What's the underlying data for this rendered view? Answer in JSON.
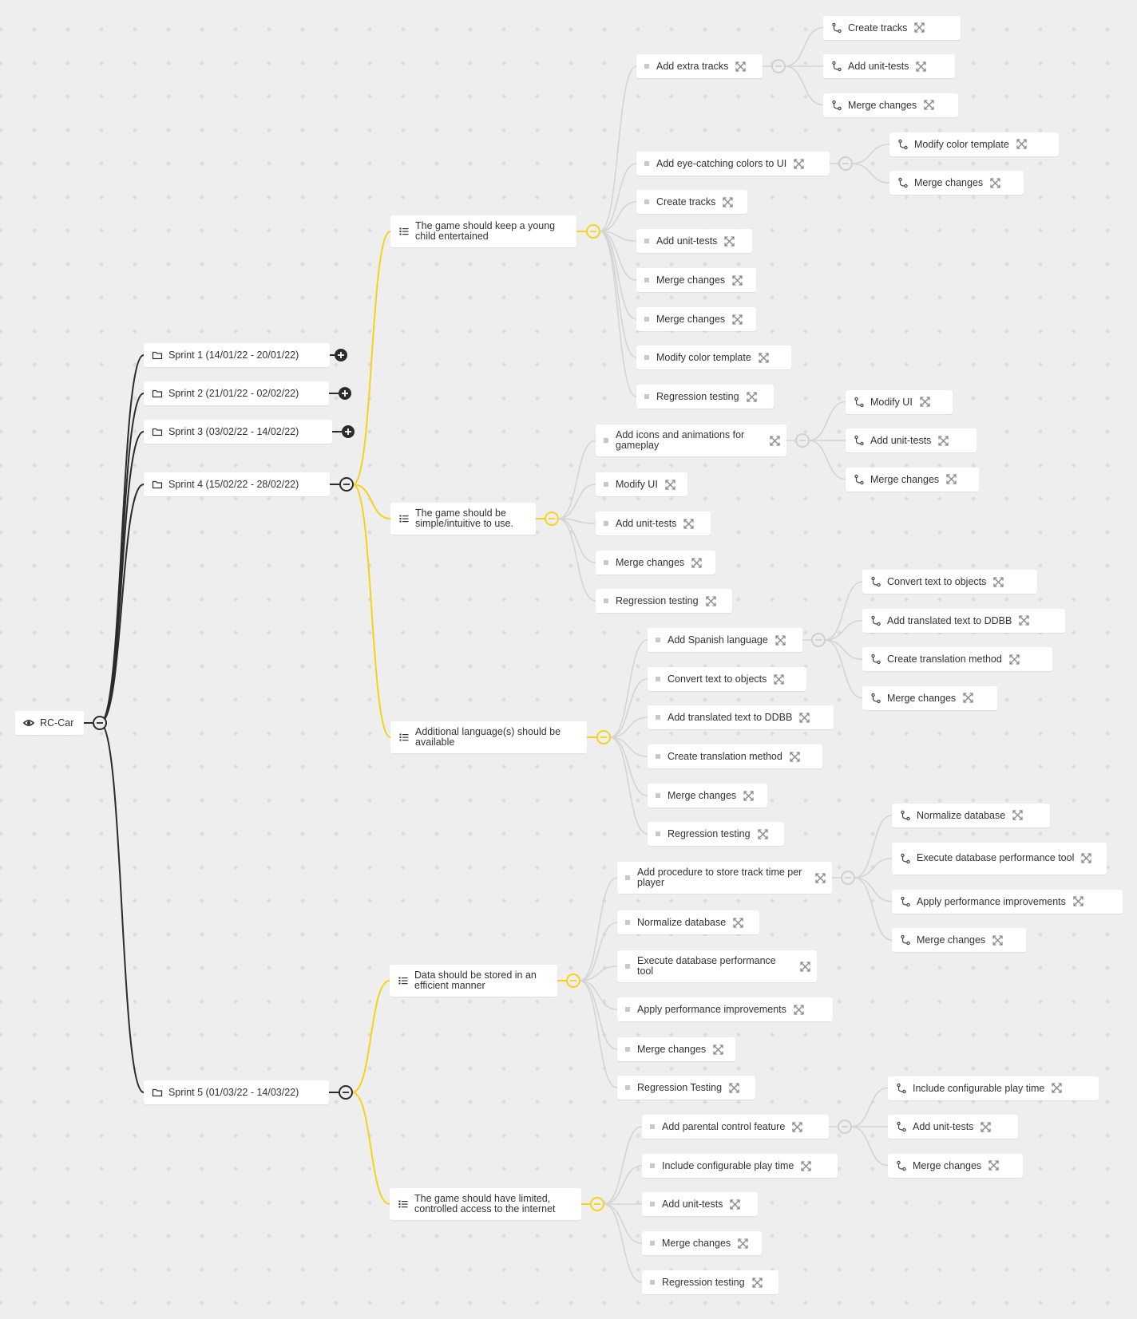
{
  "colors": {
    "background": "#eeeeee",
    "root_edge": "#2b2b2b",
    "story_edge": "#f5d21c",
    "task_edge": "#d4d4d4"
  },
  "icons": {
    "root": "eye-icon",
    "sprint": "folder-icon",
    "story": "list-icon",
    "subtask": "subtask-branch-icon",
    "task": "task-square-icon",
    "expand": "expand-arrows-icon"
  },
  "root": {
    "label": "RC-Car",
    "sprints": [
      {
        "label": "Sprint 1 (14/01/22 - 20/01/22)",
        "state": "collapsed"
      },
      {
        "label": "Sprint 2 (21/01/22 - 02/02/22)",
        "state": "collapsed"
      },
      {
        "label": "Sprint 3 (03/02/22 - 14/02/22)",
        "state": "collapsed"
      },
      {
        "label": "Sprint 4 (15/02/22 - 28/02/22)",
        "state": "expanded",
        "stories": [
          {
            "label": "The game should keep a young child entertained",
            "tasks": [
              {
                "label": "Add extra tracks",
                "subtasks": [
                  "Create tracks",
                  "Add unit-tests",
                  "Merge changes"
                ]
              },
              {
                "label": "Add eye-catching colors to UI",
                "subtasks": [
                  "Modify color template",
                  "Merge changes"
                ]
              },
              {
                "label": "Create tracks"
              },
              {
                "label": "Add unit-tests"
              },
              {
                "label": "Merge changes"
              },
              {
                "label": "Merge changes"
              },
              {
                "label": "Modify color template"
              },
              {
                "label": "Regression testing"
              }
            ]
          },
          {
            "label": "The game should be simple/intuitive to use.",
            "tasks": [
              {
                "label": "Add icons and animations for gameplay",
                "subtasks": [
                  "Modify UI",
                  "Add unit-tests",
                  "Merge changes"
                ]
              },
              {
                "label": "Modify UI"
              },
              {
                "label": "Add unit-tests"
              },
              {
                "label": "Merge changes"
              },
              {
                "label": "Regression testing"
              }
            ]
          },
          {
            "label": "Additional language(s) should be available",
            "tasks": [
              {
                "label": "Add Spanish language",
                "subtasks": [
                  "Convert text to objects",
                  "Add translated text to DDBB",
                  "Create translation method",
                  "Merge changes"
                ]
              },
              {
                "label": "Convert text to objects"
              },
              {
                "label": "Add translated text to DDBB"
              },
              {
                "label": "Create translation method"
              },
              {
                "label": "Merge changes"
              },
              {
                "label": "Regression testing"
              }
            ]
          }
        ]
      },
      {
        "label": "Sprint 5 (01/03/22 - 14/03/22)",
        "state": "expanded",
        "stories": [
          {
            "label": "Data should be stored in an efficient manner",
            "tasks": [
              {
                "label": "Add procedure to store track time per player",
                "subtasks": [
                  "Normalize database",
                  "Execute database performance tool",
                  "Apply performance improvements",
                  "Merge changes"
                ]
              },
              {
                "label": "Normalize database"
              },
              {
                "label": "Execute database performance tool"
              },
              {
                "label": "Apply performance improvements"
              },
              {
                "label": "Merge changes"
              },
              {
                "label": "Regression Testing"
              }
            ]
          },
          {
            "label": "The game should have limited, controlled access to the internet",
            "tasks": [
              {
                "label": "Add parental control feature",
                "subtasks": [
                  "Include configurable play time",
                  "Add unit-tests",
                  "Merge changes"
                ]
              },
              {
                "label": "Include configurable play time"
              },
              {
                "label": "Add unit-tests"
              },
              {
                "label": "Merge changes"
              },
              {
                "label": "Regression testing"
              }
            ]
          }
        ]
      }
    ]
  }
}
